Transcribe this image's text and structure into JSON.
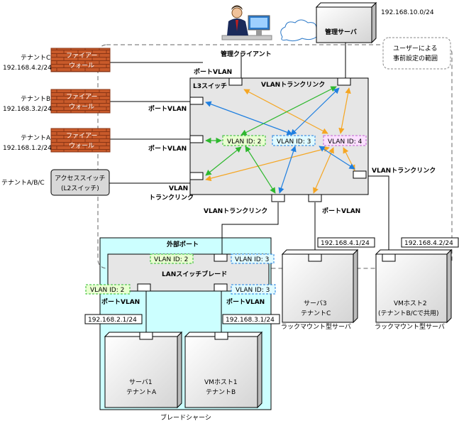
{
  "colors": {
    "green": "#2eb82e",
    "blue": "#1f7fe0",
    "orange": "#f5a623",
    "chassis_bg": "#ccffff",
    "vlan2_bg": "#e8ffd0",
    "vlan3_bg": "#e0faff",
    "vlan4_bg": "#fbe0ff",
    "firewall": "#c85a2a"
  },
  "labels": {
    "mgmt_client": "管理クライアント",
    "mgmt_server": "管理サーバ",
    "mgmt_server_ip": "192.168.10.0/24",
    "user_setup_line1": "ユーザーによる",
    "user_setup_line2": "事前設定の範囲",
    "l3switch": "L3スイッチ",
    "vlan_trunk_top": "VLANトランクリンク",
    "vlan_trunk_right": "VLANトランクリンク",
    "vlan_trunk_bottom": "VLANトランクリンク",
    "vlan_trunk_left_1": "VLAN",
    "vlan_trunk_left_2": "トランクリンク",
    "port_vlan_top": "ポートVLAN",
    "port_vlan_b": "ポートVLAN",
    "port_vlan_a": "ポートVLAN",
    "port_vlan_bottom": "ポートVLAN",
    "port_vlan_blade_left": "ポートVLAN",
    "port_vlan_blade_right": "ポートVLAN",
    "vlan2": "VLAN ID: 2",
    "vlan3": "VLAN ID: 3",
    "vlan4": "VLAN ID: 4",
    "tenant_c": "テナントC",
    "tenant_c_ip": "192.168.4.2/24",
    "tenant_b": "テナントB",
    "tenant_b_ip": "192.168.3.2/24",
    "tenant_a": "テナントA",
    "tenant_a_ip": "192.168.1.2/24",
    "firewall_1": "ファイアー",
    "firewall_2": "ウォール",
    "tenant_abc": "テナントA/B/C",
    "access_switch_1": "アクセススイッチ",
    "access_switch_2": "(L2スイッチ)",
    "outer_port": "外部ポート",
    "lan_switch_blade": "LANスイッチブレード",
    "blade_chassis": "ブレードシャーシ",
    "ip_server1": "192.168.2.1/24",
    "ip_vmhost1": "192.168.3.1/24",
    "server1_1": "サーバ1",
    "server1_2": "テナントA",
    "vmhost1_1": "VMホスト1",
    "vmhost1_2": "テナントB",
    "ip_server3": "192.168.4.1/24",
    "server3_1": "サーバ3",
    "server3_2": "テナントC",
    "rack_server_1": "ラックマウント型サーバ",
    "ip_vmhost2": "192.168.4.2/24",
    "vmhost2_1": "VMホスト2",
    "vmhost2_2": "(テナントB/Cで共用)",
    "rack_server_2": "ラックマウント型サーバ"
  }
}
